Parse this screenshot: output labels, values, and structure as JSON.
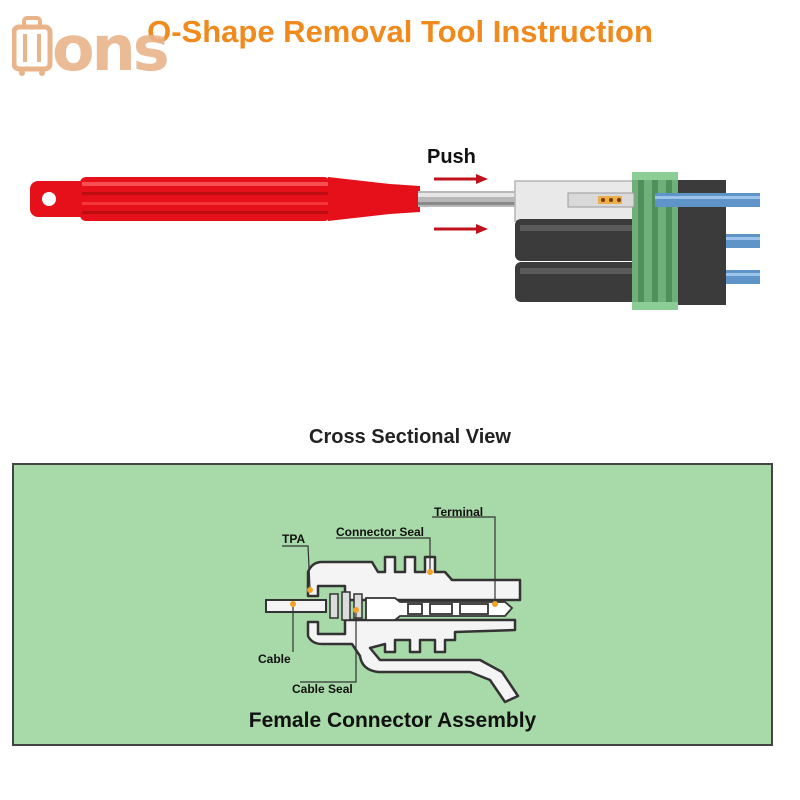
{
  "title": "O-Shape  Removal Tool Instruction",
  "logo_text": "ons",
  "push_label": "Push",
  "section_title": "Cross Sectional View",
  "panel_caption": "Female Connector Assembly",
  "labels": {
    "terminal": "Terminal",
    "tpa": "TPA",
    "connector_seal": "Connector Seal",
    "cable": "Cable",
    "cable_seal": "Cable Seal"
  },
  "colors": {
    "title": "#f08a1c",
    "logo": "#e9b48a",
    "tool_red": "#e5101a",
    "arrow": "#c0121b",
    "panel_bg": "#a8d9a8",
    "connector_dark": "#3b3b3b",
    "connector_green": "#6fb07a",
    "wire_blue": "#5f94c8",
    "marker_dot": "#f2a22a"
  }
}
